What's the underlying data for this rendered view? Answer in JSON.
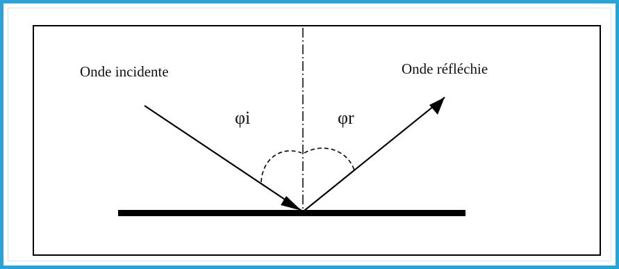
{
  "labels": {
    "incident": "Onde incidente",
    "reflected": "Onde réfléchie",
    "angle_incidence": "φi",
    "angle_reflection": "φr"
  },
  "colors": {
    "frame": "#2aa3d8",
    "ink": "#000000"
  }
}
